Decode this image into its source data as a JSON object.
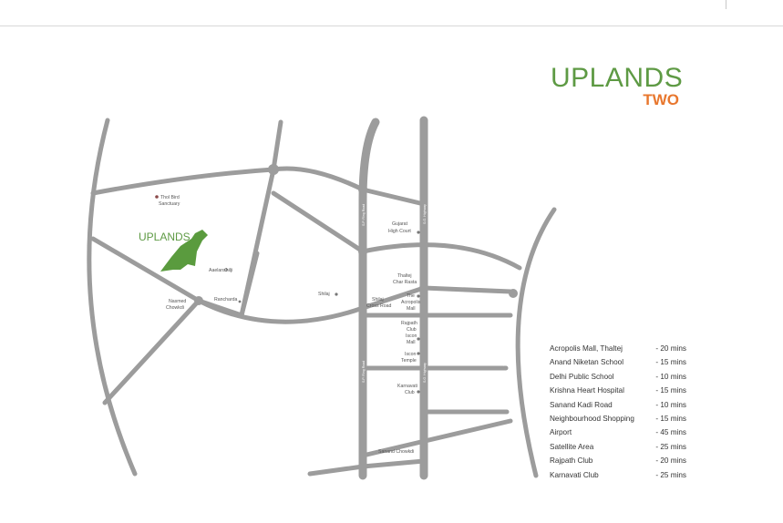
{
  "logo": {
    "main": "UPLANDS",
    "sub": "TWO"
  },
  "map": {
    "project_label": "UPLANDS",
    "places": {
      "thol": [
        "Thol Bird",
        "Sanctuary"
      ],
      "aaelanshilji": "Aaelanshilji",
      "rancharda": "Rancharda",
      "nasmed": [
        "Nasmed",
        "Chowkdi"
      ],
      "gujarat_hc": [
        "Gujarat",
        "High Court"
      ],
      "thaltej": [
        "Thaltej",
        "Char Rasta"
      ],
      "shilaj": "Shilaj",
      "shilaj_cross": [
        "Shilaj",
        "Cross Road"
      ],
      "acropolis": [
        "The",
        "Acropolis",
        "Mall"
      ],
      "rajpath": [
        "Rajpath",
        "Club"
      ],
      "iscon_mall": [
        "Iscon",
        "Mall"
      ],
      "iscon_temple": [
        "Iscon",
        "Temple"
      ],
      "karnavati": [
        "Karnavati",
        "Club"
      ],
      "sanand": "Sanand Chowkdi"
    },
    "roads": {
      "sp_ring": "S.P. Ring Road",
      "sg_highway": "S.G. Highway",
      "sp_ring_east": "S.P. Ring Road"
    }
  },
  "distances": [
    {
      "place": "Acropolis Mall, Thaltej",
      "time": "- 20 mins"
    },
    {
      "place": "Anand Niketan School",
      "time": "- 15 mins"
    },
    {
      "place": "Delhi Public School",
      "time": "- 10 mins"
    },
    {
      "place": "Krishna Heart Hospital",
      "time": "- 15 mins"
    },
    {
      "place": "Sanand Kadi Road",
      "time": "- 10 mins"
    },
    {
      "place": "Neighbourhood Shopping",
      "time": "- 15 mins"
    },
    {
      "place": "Airport",
      "time": "- 45 mins"
    },
    {
      "place": "Satellite Area",
      "time": "- 25 mins"
    },
    {
      "place": "Rajpath Club",
      "time": "- 20 mins"
    },
    {
      "place": "Karnavati Club",
      "time": "- 25 mins"
    }
  ],
  "colors": {
    "road": "#9c9c9c",
    "brand_green": "#5e9a44",
    "brand_orange": "#e8772e",
    "marker": "#8b4a4a"
  }
}
